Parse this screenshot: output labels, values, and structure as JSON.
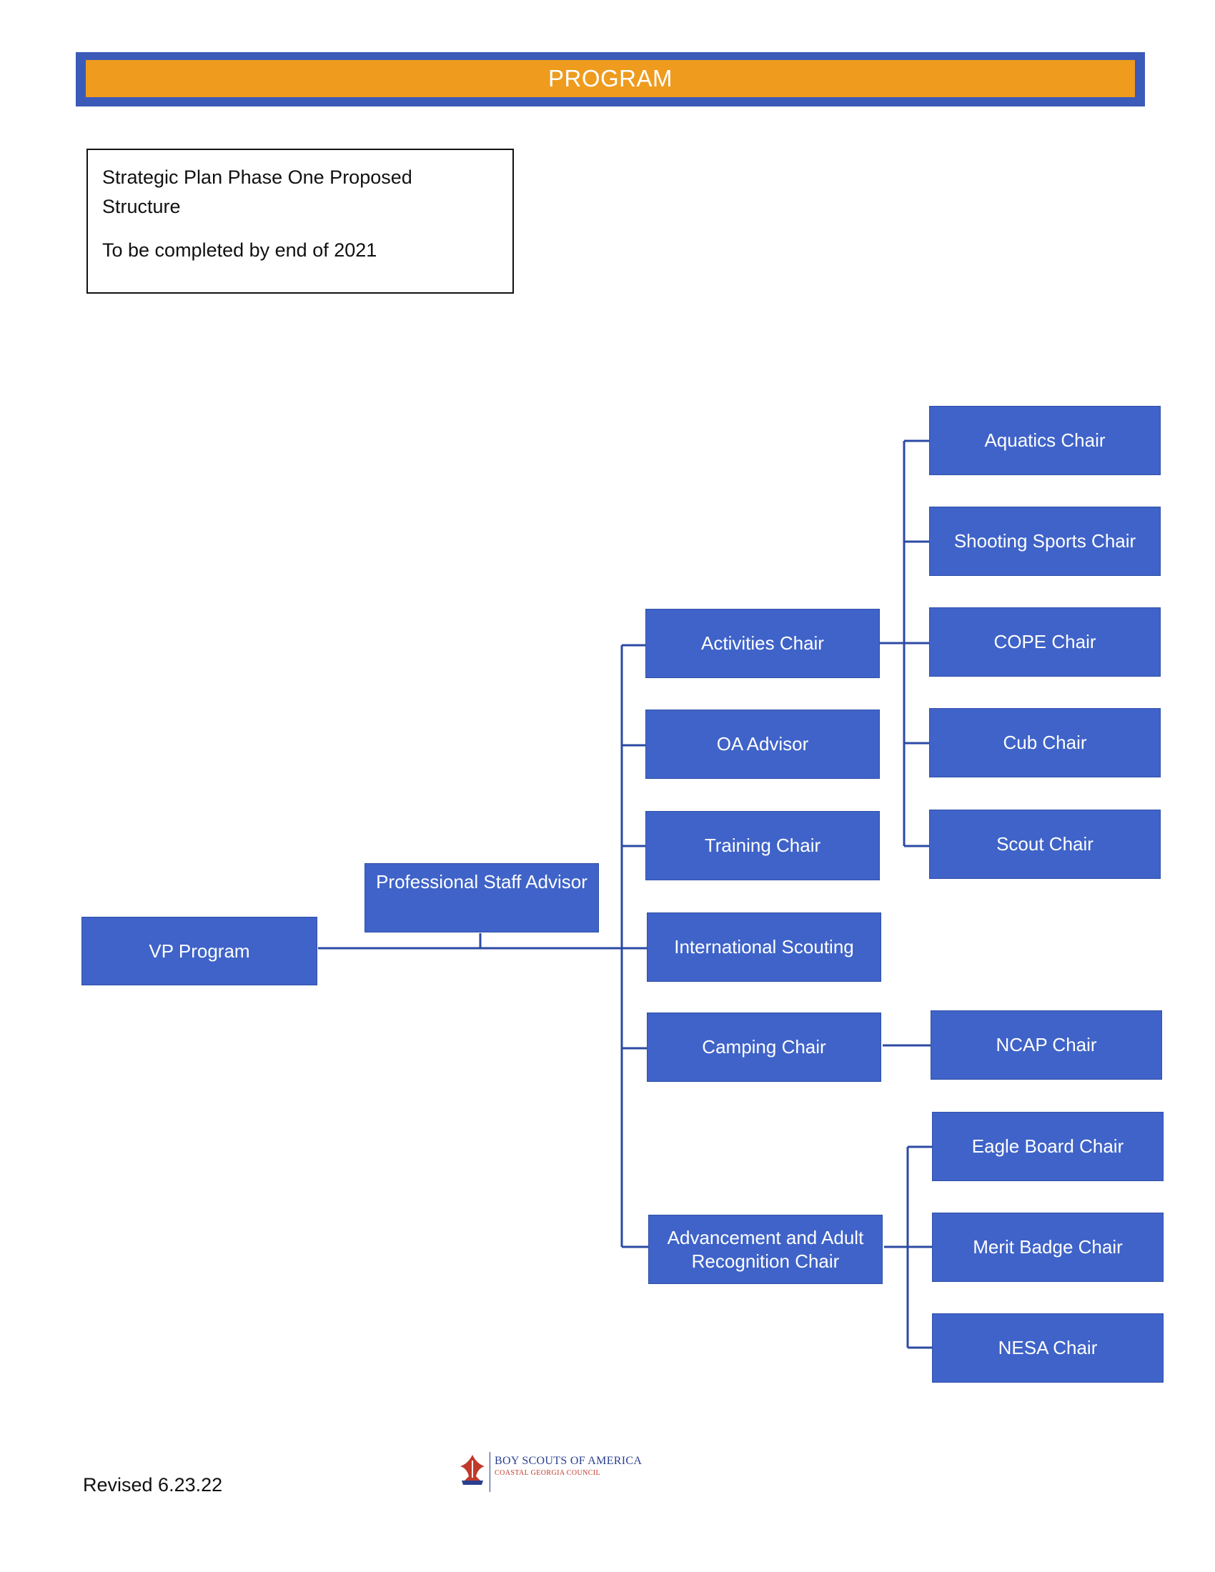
{
  "header": {
    "title": "PROGRAM"
  },
  "note": {
    "line1": "Strategic Plan Phase One Proposed",
    "line2": "Structure",
    "line3": "To be completed by end of 2021"
  },
  "org": {
    "vp": "VP Program",
    "advisor": "Professional Staff Advisor",
    "activities": "Activities Chair",
    "oa": "OA Advisor",
    "training": "Training Chair",
    "international": "International Scouting",
    "camping": "Camping Chair",
    "advancement_line1": "Advancement and Adult",
    "advancement_line2": "Recognition Chair",
    "aquatics": "Aquatics Chair",
    "shooting": "Shooting Sports Chair",
    "cope": "COPE Chair",
    "cub": "Cub Chair",
    "scout": "Scout Chair",
    "ncap": "NCAP Chair",
    "eagle": "Eagle Board Chair",
    "merit": "Merit Badge Chair",
    "nesa": "NESA Chair"
  },
  "footer": {
    "revised": "Revised 6.23.22",
    "logo_line1": "BOY SCOUTS OF AMERICA",
    "logo_line2": "COASTAL GEORGIA COUNCIL"
  },
  "colors": {
    "node": "#3f63c8",
    "header_band": "#3c5ab8",
    "header_fill": "#ee9b1e",
    "line": "#2b4aa3"
  }
}
